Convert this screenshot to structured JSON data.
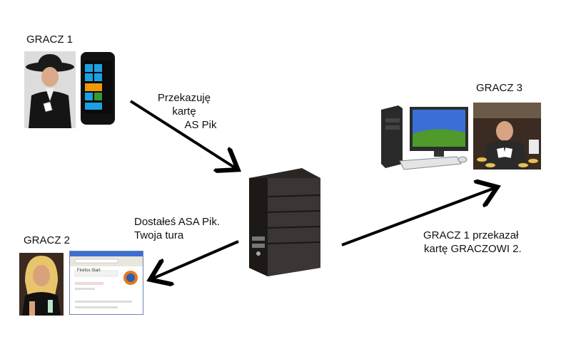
{
  "players": {
    "p1": {
      "label": "GRACZ 1"
    },
    "p2": {
      "label": "GRACZ 2"
    },
    "p3": {
      "label": "GRACZ 3"
    }
  },
  "messages": {
    "m1": {
      "line1": "Przekazuję",
      "line2": "kartę",
      "line3": "AS Pik"
    },
    "m2": {
      "line1": "Dostałeś ASA Pik.",
      "line2": "Twoja tura"
    },
    "m3": {
      "line1": "GRACZ 1 przekazał",
      "line2": "kartę GRACZOWI 2."
    }
  },
  "browser": {
    "title": "Firefox Start"
  },
  "colors": {
    "arrow": "#000000",
    "server": "#2a2624",
    "xp_sky": "#3a6fd8",
    "xp_grass": "#4f9a2a"
  }
}
